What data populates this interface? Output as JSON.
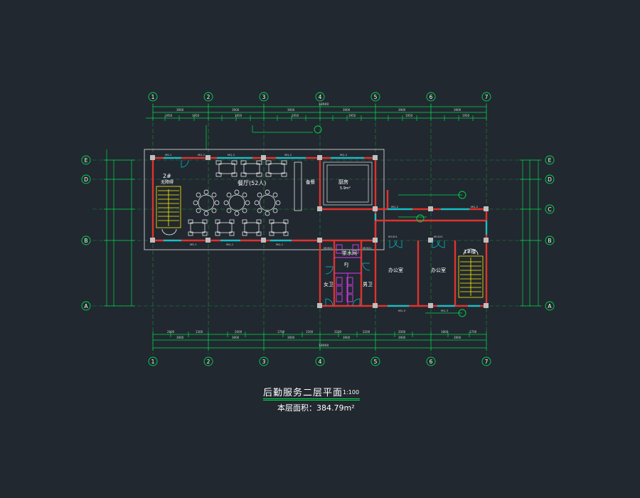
{
  "drawing": {
    "title": "后勤服务二层平面",
    "scale": "1:100",
    "area_label": "本层面积：384.79m²"
  },
  "axes": {
    "columns": [
      "1",
      "2",
      "3",
      "4",
      "5",
      "6",
      "7"
    ],
    "rows": [
      "E",
      "D",
      "C",
      "B",
      "A"
    ]
  },
  "rooms": {
    "dining_hall": "餐厅(52人)",
    "stair_2": "2#",
    "stair_2_sub": "无障碍",
    "kitchen": "厨房",
    "kitchen_area": "5.9m²",
    "tea_room": "茶水间",
    "fj": "FJ",
    "male_wc": "男卫",
    "female_wc": "女卫",
    "office_1": "办公室",
    "office_2": "办公室",
    "stair_1": "1#楼",
    "buffet": "备餐"
  },
  "dimensions": {
    "top_overall": "18900",
    "bottom_overall": "18900"
  },
  "colors": {
    "background": "#212830",
    "axis_line": "#00d84a",
    "wall": "#e0322c",
    "window": "#00c8d0",
    "furniture": "#ffffff",
    "fixture": "#e03cf0",
    "stair": "#ffee00",
    "column": "#bfbfbf"
  }
}
